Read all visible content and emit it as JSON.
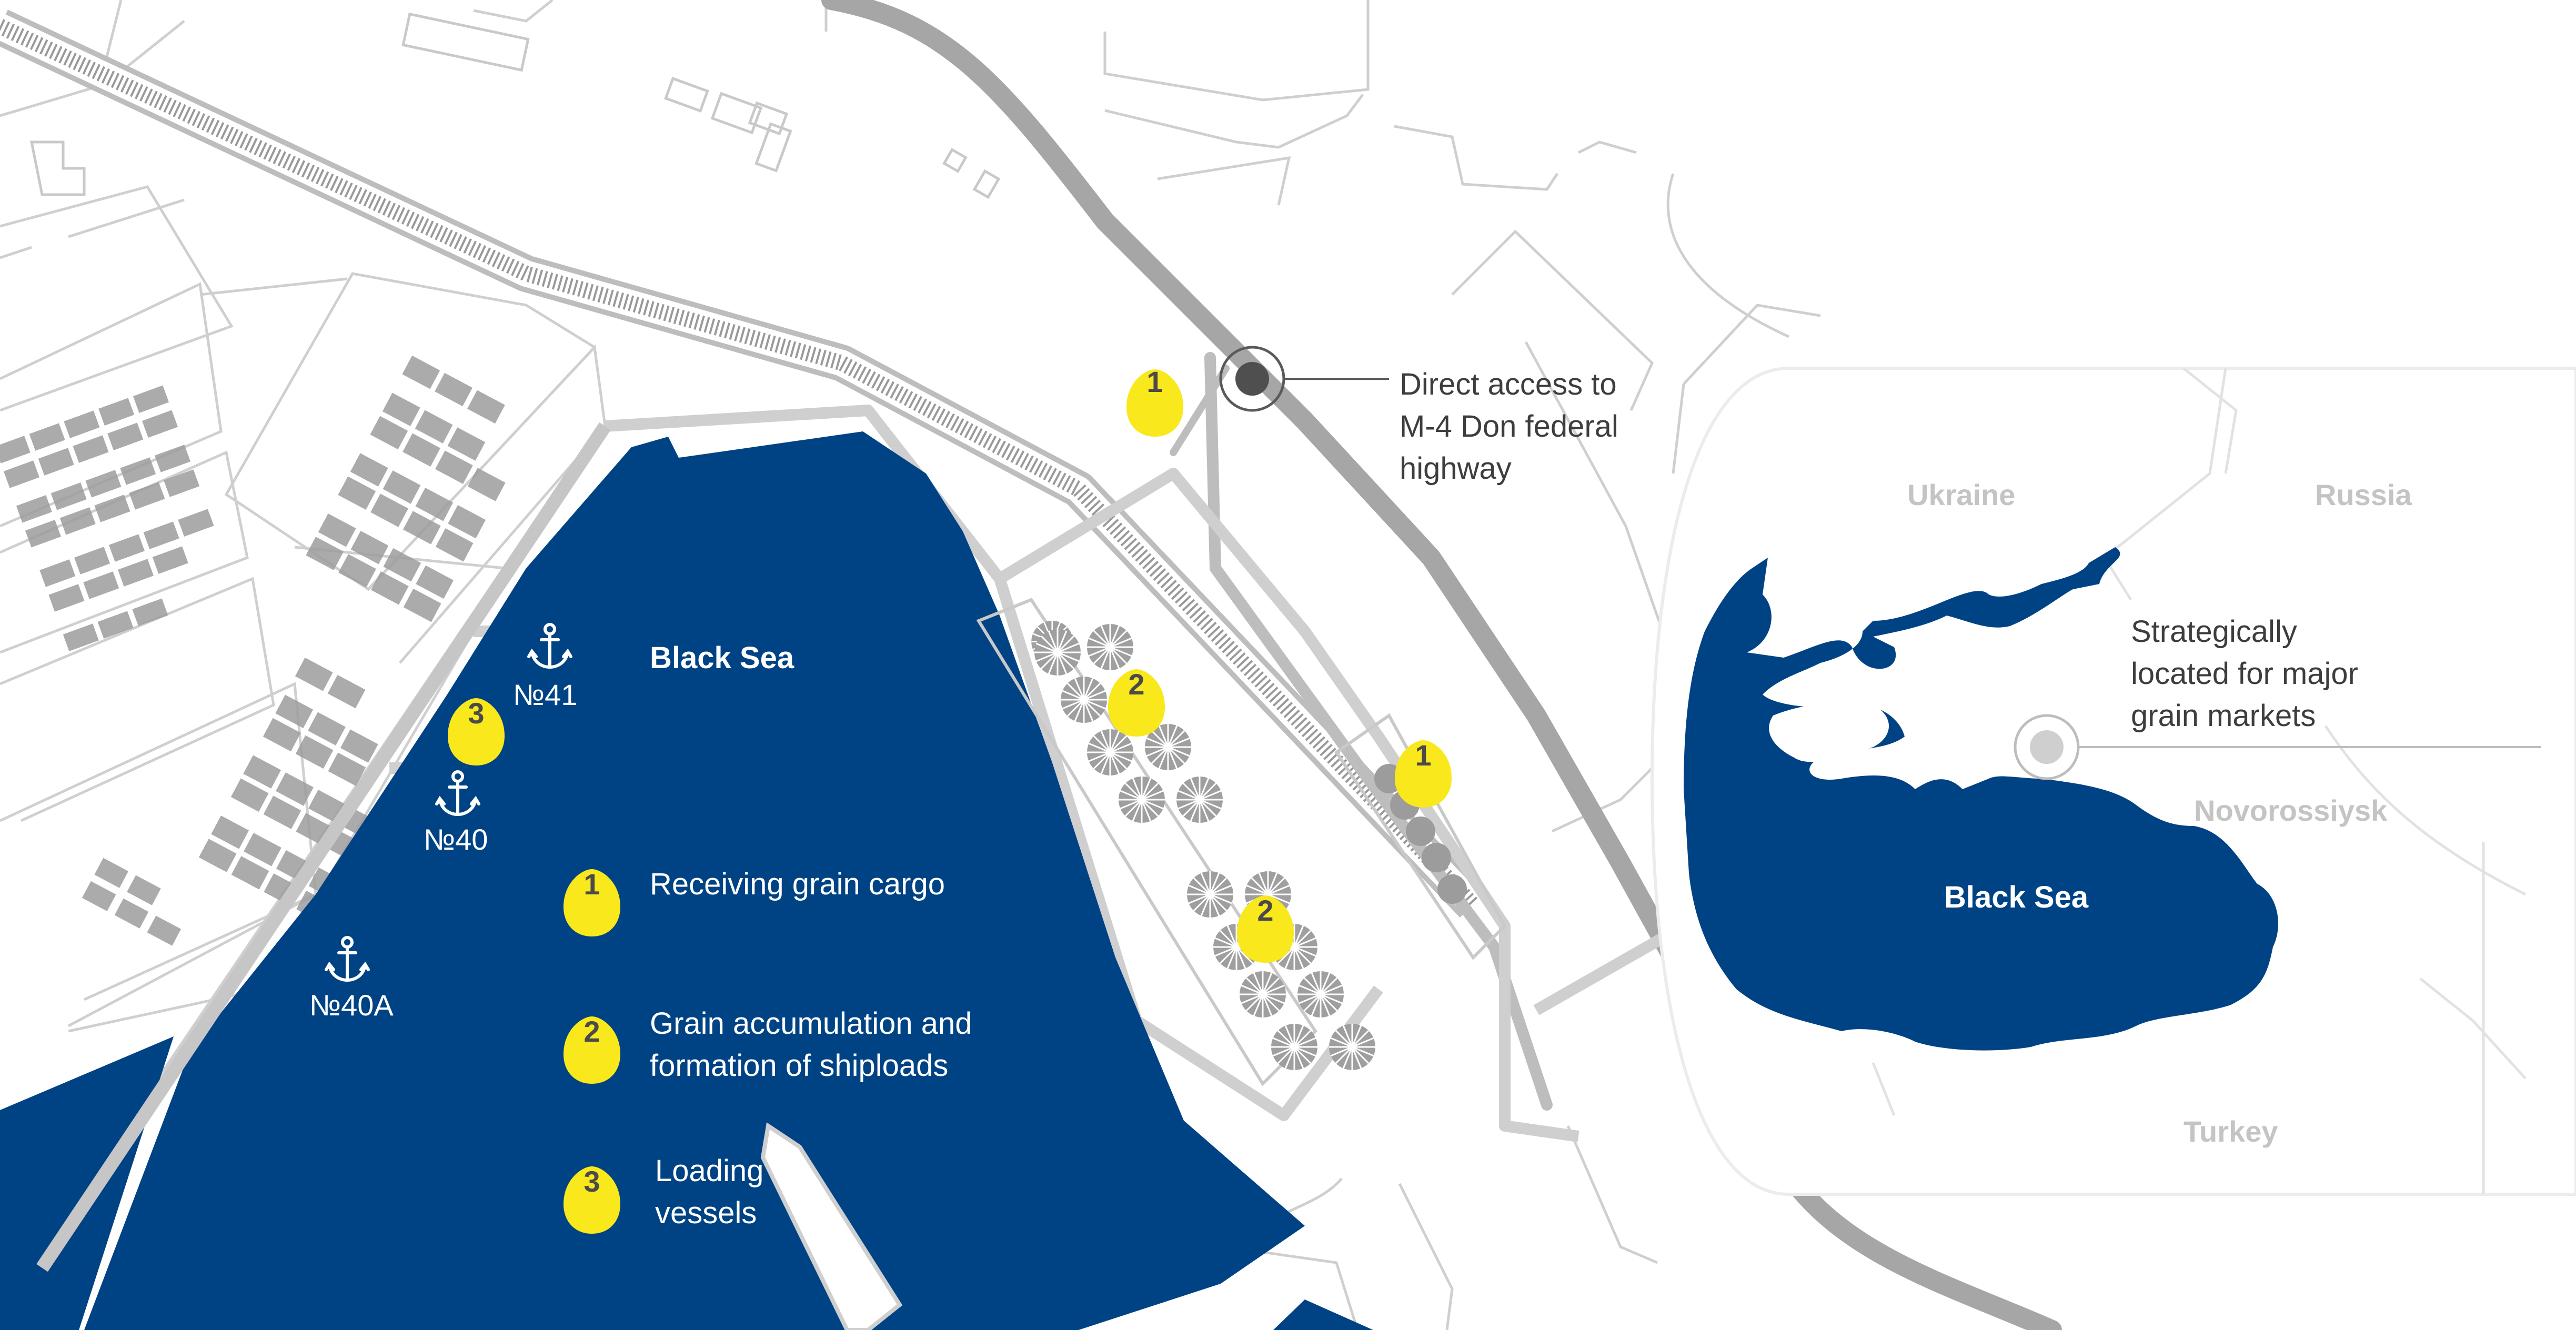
{
  "colors": {
    "sea": "#004385",
    "marker": "#f9e81c",
    "marker_text": "#4a4a4a",
    "land_lines": "#c9c9c9",
    "road": "#b3b3b3",
    "buildings": "#9c9c9c",
    "inset_labels": "#c4c4c4",
    "dark_text": "#3d3d3d",
    "access_point": "#4f4f4f"
  },
  "map": {
    "sea_label": "Black Sea",
    "berths": [
      {
        "label": "№41",
        "icon": "anchor-icon"
      },
      {
        "label": "№40",
        "icon": "anchor-icon"
      },
      {
        "label": "№40A",
        "icon": "anchor-icon"
      }
    ],
    "markers": [
      {
        "number": "1",
        "meaning": "receiving"
      },
      {
        "number": "1",
        "meaning": "receiving"
      },
      {
        "number": "2",
        "meaning": "accumulation"
      },
      {
        "number": "2",
        "meaning": "accumulation"
      },
      {
        "number": "3",
        "meaning": "loading"
      }
    ],
    "highway_callout": {
      "line1": "Direct access to",
      "line2": "M-4 Don federal",
      "line3": "highway"
    }
  },
  "legend": [
    {
      "number": "1",
      "line1": "Receiving grain cargo",
      "line2": ""
    },
    {
      "number": "2",
      "line1": "Grain accumulation and",
      "line2": "formation of shiploads"
    },
    {
      "number": "3",
      "line1": "Loading",
      "line2": "vessels"
    }
  ],
  "inset": {
    "labels": {
      "ukraine": "Ukraine",
      "russia": "Russia",
      "novorossiysk": "Novorossiysk",
      "turkey": "Turkey",
      "sea": "Black Sea"
    },
    "callout": {
      "line1": "Strategically",
      "line2": "located for major",
      "line3": "grain markets"
    }
  }
}
